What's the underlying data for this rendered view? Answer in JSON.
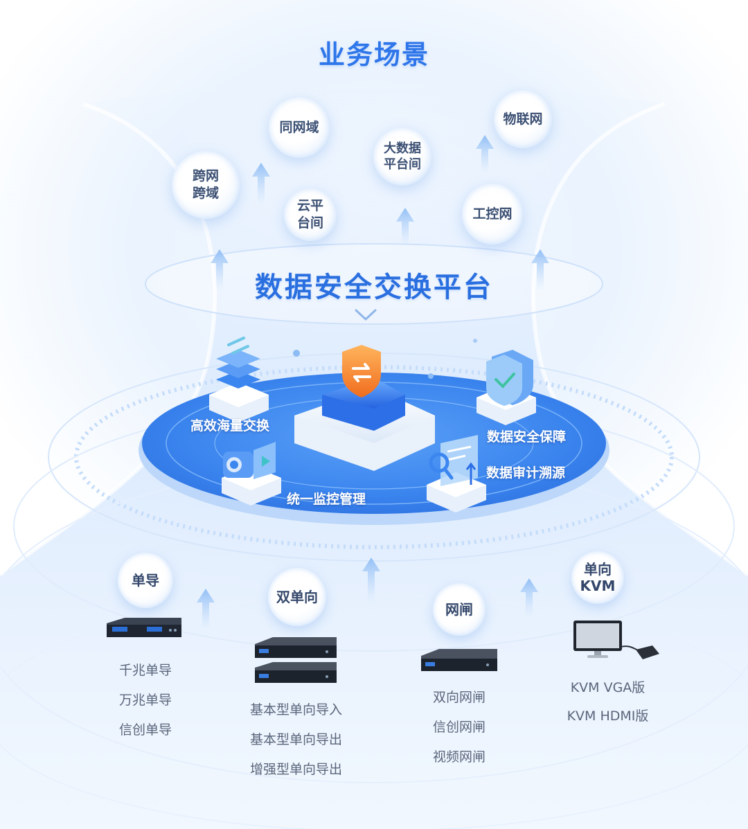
{
  "page_title": "业务场景",
  "scenarios": [
    {
      "label": "跨网\n跨域"
    },
    {
      "label": "同网域"
    },
    {
      "label": "云平\n台间"
    },
    {
      "label": "大数据\n平台间"
    },
    {
      "label": "工控网"
    },
    {
      "label": "物联网"
    }
  ],
  "platform": {
    "title": "数据安全交换平台",
    "modules": [
      {
        "label": "高效海量交换",
        "icon": "layers-exchange-icon"
      },
      {
        "label": "数据安全保障",
        "icon": "shield-check-icon"
      },
      {
        "label": "统一监控管理",
        "icon": "camera-monitor-icon"
      },
      {
        "label": "数据审计溯源",
        "icon": "search-audit-icon"
      }
    ],
    "center_icon": "shield-exchange-icon"
  },
  "products": [
    {
      "label": "单导",
      "items": [
        "千兆单导",
        "万兆单导",
        "信创单导"
      ]
    },
    {
      "label": "双单向",
      "items": [
        "基本型单向导入",
        "基本型单向导出",
        "增强型单向导出"
      ]
    },
    {
      "label": "网闸",
      "items": [
        "双向网闸",
        "信创网闸",
        "视频网闸"
      ]
    },
    {
      "label": "单向\nKVM",
      "items": [
        "KVM VGA版",
        "KVM HDMI版"
      ]
    }
  ],
  "colors": {
    "title_blue": "#2f76ea",
    "disc_blue": "#3b86f0",
    "accent_orange": "#f5812e",
    "text_gray": "#59657a"
  }
}
